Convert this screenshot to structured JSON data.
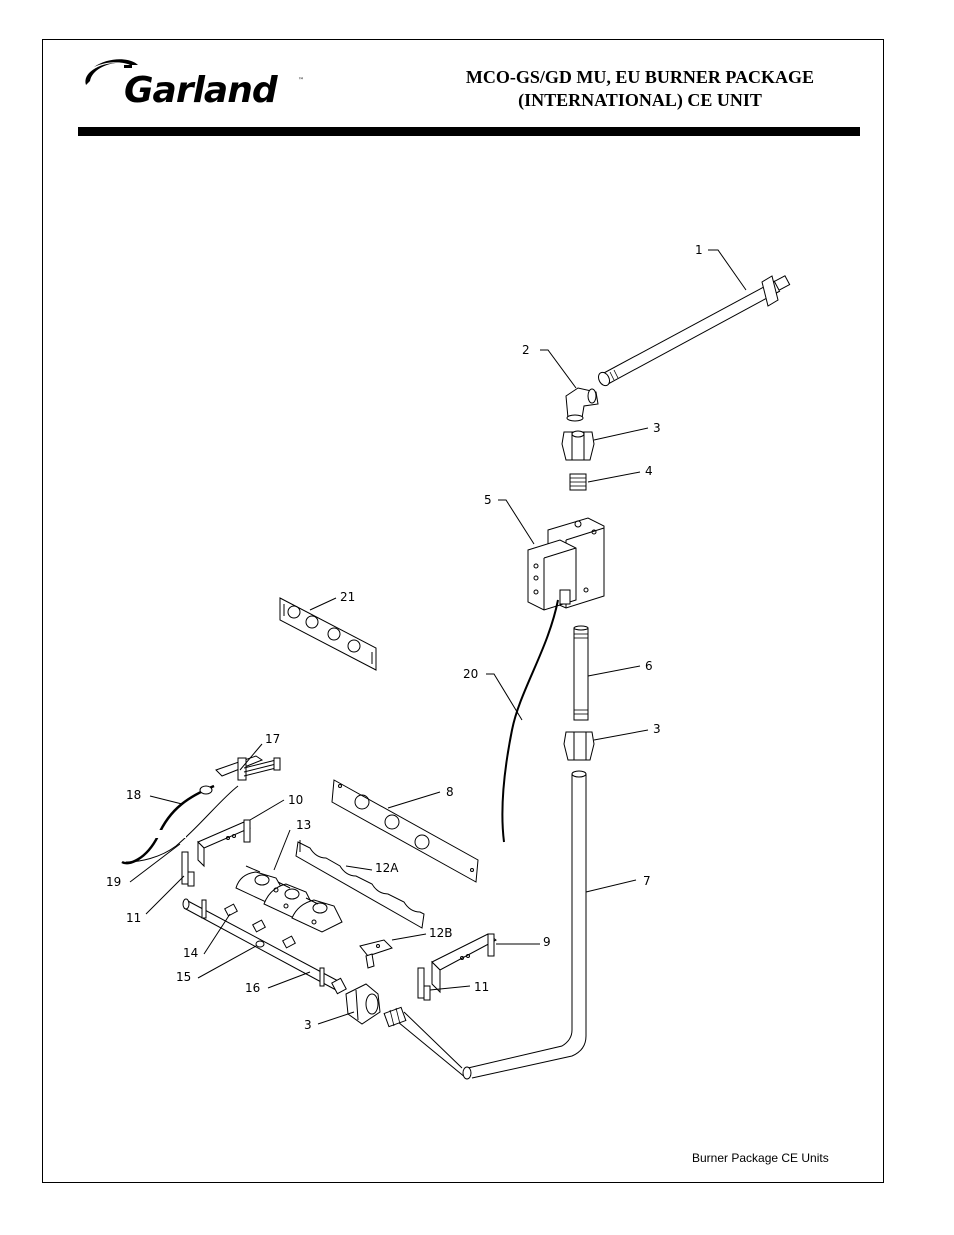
{
  "header": {
    "brand": "Garland",
    "title_line1": "MCO-GS/GD MU, EU BURNER PACKAGE",
    "title_line2": "(INTERNATIONAL) CE UNIT"
  },
  "callouts": {
    "c1": "1",
    "c2": "2",
    "c3a": "3",
    "c4": "4",
    "c5": "5",
    "c6": "6",
    "c3b": "3",
    "c7": "7",
    "c8": "8",
    "c9": "9",
    "c10": "10",
    "c11a": "11",
    "c11b": "11",
    "c12a": "12A",
    "c12b": "12B",
    "c13": "13",
    "c14": "14",
    "c15": "15",
    "c16": "16",
    "c17": "17",
    "c18": "18",
    "c19": "19",
    "c20": "20",
    "c21": "21",
    "c3c": "3"
  },
  "footer": {
    "label": "Burner Package CE Units"
  }
}
